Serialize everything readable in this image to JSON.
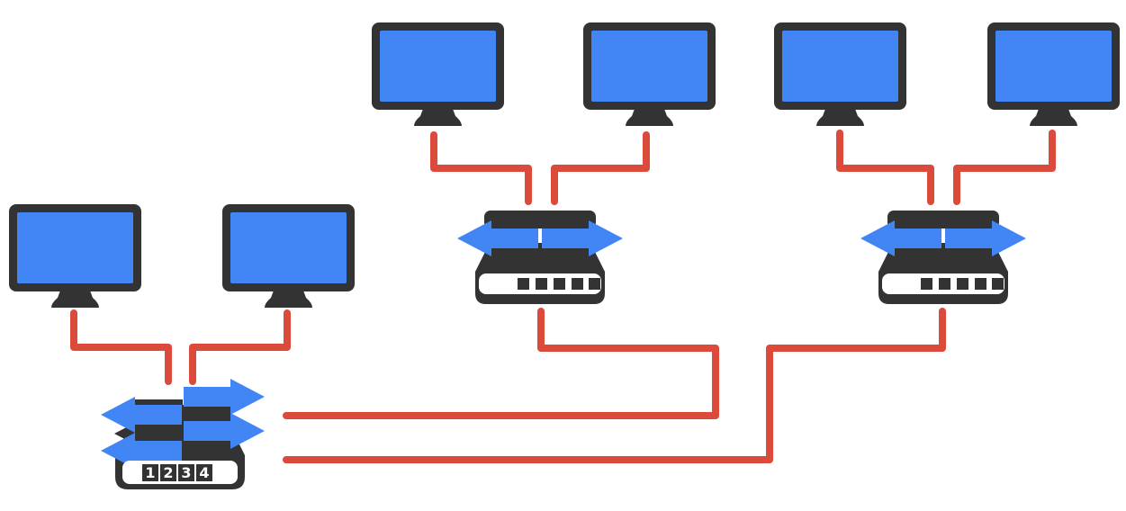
{
  "palette": {
    "background": "#FFFFFF",
    "screen_blue": "#4285F4",
    "device_dark": "#333333",
    "cable_red": "#DB4A3B",
    "port_strip_white": "#FFFFFF",
    "port_label_white": "#FFFFFF"
  },
  "nodes": {
    "monitors": [
      {
        "id": "monitor-top-1",
        "icon": "monitor-icon"
      },
      {
        "id": "monitor-top-2",
        "icon": "monitor-icon"
      },
      {
        "id": "monitor-top-3",
        "icon": "monitor-icon"
      },
      {
        "id": "monitor-top-4",
        "icon": "monitor-icon"
      },
      {
        "id": "monitor-left-1",
        "icon": "monitor-icon"
      },
      {
        "id": "monitor-left-2",
        "icon": "monitor-icon"
      }
    ],
    "matrix_switch": {
      "id": "matrix-switch",
      "icon": "matrix-switch-icon",
      "arrow_icons": [
        "arrow-right-icon",
        "arrow-left-icon",
        "arrow-right-icon",
        "arrow-left-icon"
      ],
      "ports": [
        {
          "label": "1"
        },
        {
          "label": "2"
        },
        {
          "label": "3"
        },
        {
          "label": "4"
        }
      ]
    },
    "distribution_switches": [
      {
        "id": "switch-middle",
        "icon": "switch-icon",
        "arrow_icons": [
          "arrow-left-icon",
          "arrow-right-icon"
        ],
        "port_count": 5
      },
      {
        "id": "switch-right",
        "icon": "switch-icon",
        "arrow_icons": [
          "arrow-left-icon",
          "arrow-right-icon"
        ],
        "port_count": 5
      }
    ]
  },
  "connections": [
    {
      "from": "monitor-top-1",
      "to": "switch-middle"
    },
    {
      "from": "monitor-top-2",
      "to": "switch-middle"
    },
    {
      "from": "monitor-top-3",
      "to": "switch-right"
    },
    {
      "from": "monitor-top-4",
      "to": "switch-right"
    },
    {
      "from": "monitor-left-1",
      "to": "matrix-switch"
    },
    {
      "from": "monitor-left-2",
      "to": "matrix-switch"
    },
    {
      "from": "switch-middle",
      "to": "matrix-switch"
    },
    {
      "from": "switch-right",
      "to": "matrix-switch"
    }
  ]
}
